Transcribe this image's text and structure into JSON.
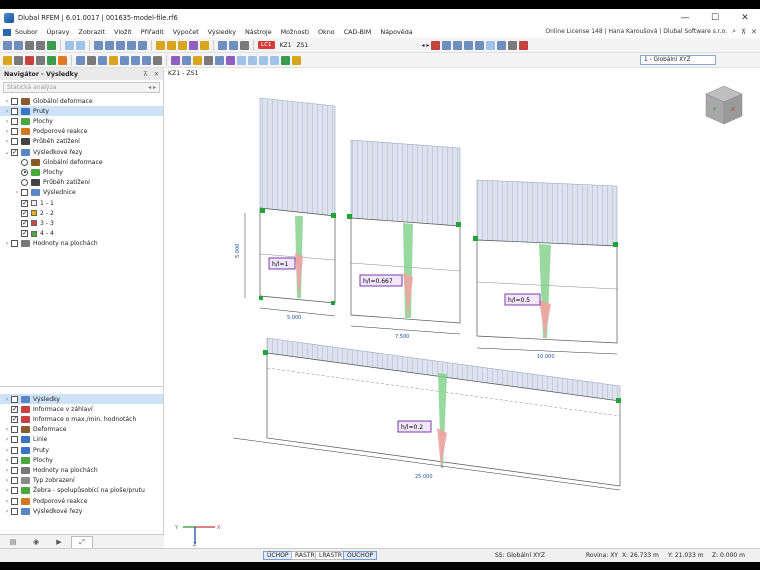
{
  "window": {
    "title": "Dlubal RFEM | 6.01.0017 | 001635-model-file.rf6",
    "minimize": "—",
    "maximize": "☐",
    "close": "✕"
  },
  "menu": {
    "items": [
      "Soubor",
      "Úpravy",
      "Zobrazit",
      "Vložit",
      "Přiřadit",
      "Výpočet",
      "Výsledky",
      "Nástroje",
      "Možnosti",
      "Okno",
      "CAD-BIM",
      "Nápověda"
    ],
    "license": "Online License 148 | Hana Karoušová | Dlubal Software s.r.o.",
    "search_icon": "search-icon"
  },
  "toolbar": {
    "lc_badge": "LC1",
    "lc_code": "KZ1",
    "lc_name": "ZS1",
    "view_select": "1 - Globální XYZ"
  },
  "navigator": {
    "title": "Navigátor - Výsledky",
    "combo": "Statická analýza",
    "tree_top": [
      {
        "label": "Globální deformace",
        "checked": false,
        "icon": "deform-icon",
        "level": 0,
        "twisty": "›"
      },
      {
        "label": "Pruty",
        "checked": false,
        "icon": "member-icon",
        "level": 0,
        "twisty": "›",
        "selected": true
      },
      {
        "label": "Plochy",
        "checked": false,
        "icon": "surface-icon",
        "level": 0,
        "twisty": "›"
      },
      {
        "label": "Podporové reakce",
        "checked": false,
        "icon": "support-icon",
        "level": 0,
        "twisty": "›"
      },
      {
        "label": "Průběh zatížení",
        "checked": false,
        "icon": "load-icon",
        "level": 0,
        "twisty": "›"
      },
      {
        "label": "Výsledkové řezy",
        "checked": true,
        "icon": "section-icon",
        "level": 0,
        "twisty": "⌄"
      },
      {
        "label": "Globální deformace",
        "radio": true,
        "checked": false,
        "icon": "deform-icon",
        "level": 1
      },
      {
        "label": "Plochy",
        "radio": true,
        "checked": true,
        "icon": "surface-icon",
        "level": 1
      },
      {
        "label": "Průběh zatížení",
        "radio": true,
        "checked": false,
        "icon": "load-icon",
        "level": 1
      },
      {
        "label": "Výslednice",
        "checked": false,
        "icon": "section-icon",
        "level": 1,
        "twisty": "›"
      },
      {
        "label": "1 - 1",
        "checked": true,
        "swatch": "#f2f2f2",
        "level": 1
      },
      {
        "label": "2 - 2",
        "checked": true,
        "swatch": "#e8b500",
        "level": 1
      },
      {
        "label": "3 - 3",
        "checked": true,
        "swatch": "#c94a4a",
        "level": 1
      },
      {
        "label": "4 - 4",
        "checked": true,
        "swatch": "#4aa83c",
        "level": 1
      },
      {
        "label": "Hodnoty na plochách",
        "checked": false,
        "icon": "values-icon",
        "level": 0,
        "twisty": "›"
      }
    ],
    "tree_bottom": [
      {
        "label": "Výsledky",
        "checked": false,
        "icon": "results-icon",
        "twisty": "›",
        "selected": true
      },
      {
        "label": "Informace v záhlaví",
        "checked": true,
        "icon": "info-icon"
      },
      {
        "label": "Informace o max./min. hodnotách",
        "checked": true,
        "icon": "info-icon"
      },
      {
        "label": "Deformace",
        "checked": false,
        "icon": "deform-icon",
        "twisty": "›"
      },
      {
        "label": "Linie",
        "checked": false,
        "icon": "line-icon",
        "twisty": "›"
      },
      {
        "label": "Pruty",
        "checked": false,
        "icon": "member-icon",
        "twisty": "›"
      },
      {
        "label": "Plochy",
        "checked": false,
        "icon": "surface-icon",
        "twisty": "›"
      },
      {
        "label": "Hodnoty na plochách",
        "checked": false,
        "icon": "values-icon",
        "twisty": "›"
      },
      {
        "label": "Typ zobrazení",
        "checked": false,
        "icon": "display-icon",
        "twisty": "›"
      },
      {
        "label": "Žebra - spolupůsobící na ploše/prutu",
        "checked": false,
        "icon": "rib-icon",
        "twisty": "›"
      },
      {
        "label": "Podporové reakce",
        "checked": false,
        "icon": "support-icon",
        "twisty": "›"
      },
      {
        "label": "Výsledkové řezy",
        "checked": false,
        "icon": "section-icon",
        "twisty": "›"
      }
    ],
    "tabs": [
      "data-icon",
      "display-icon",
      "camera-icon",
      "results-icon"
    ]
  },
  "viewport": {
    "label": "KZ1 - ZS1",
    "labels": {
      "h1": "h/l=1",
      "h2": "h/l=0.667",
      "h3": "h/l=0.5",
      "h4": "h/l=0.2",
      "dim_5_l": "5.000",
      "dim_5_h": "5.000",
      "dim_7": "7.500",
      "dim_10": "10.000",
      "dim_25": "25.000",
      "axis_x": "X",
      "axis_y": "Y",
      "axis_z": "Z",
      "cube_y": "-Y",
      "cube_x": "-X"
    }
  },
  "statusbar": {
    "buttons": [
      "ÚCHOP",
      "RASTR",
      "LRASTR",
      "OUCHOP"
    ],
    "coord_system": "SS: Globální XYZ",
    "plane": "Rovina: XY",
    "x": "X: 26.733 m",
    "y": "Y: 21.033 m",
    "z": "Z: 0.000 m"
  },
  "colors": {
    "accent": "#2a66b0",
    "selection": "#cde2f7",
    "label_border": "#7a3da8",
    "label_fill": "#f2e6fb",
    "load_fill": "#d6dbe8",
    "support": "#22a33a"
  }
}
